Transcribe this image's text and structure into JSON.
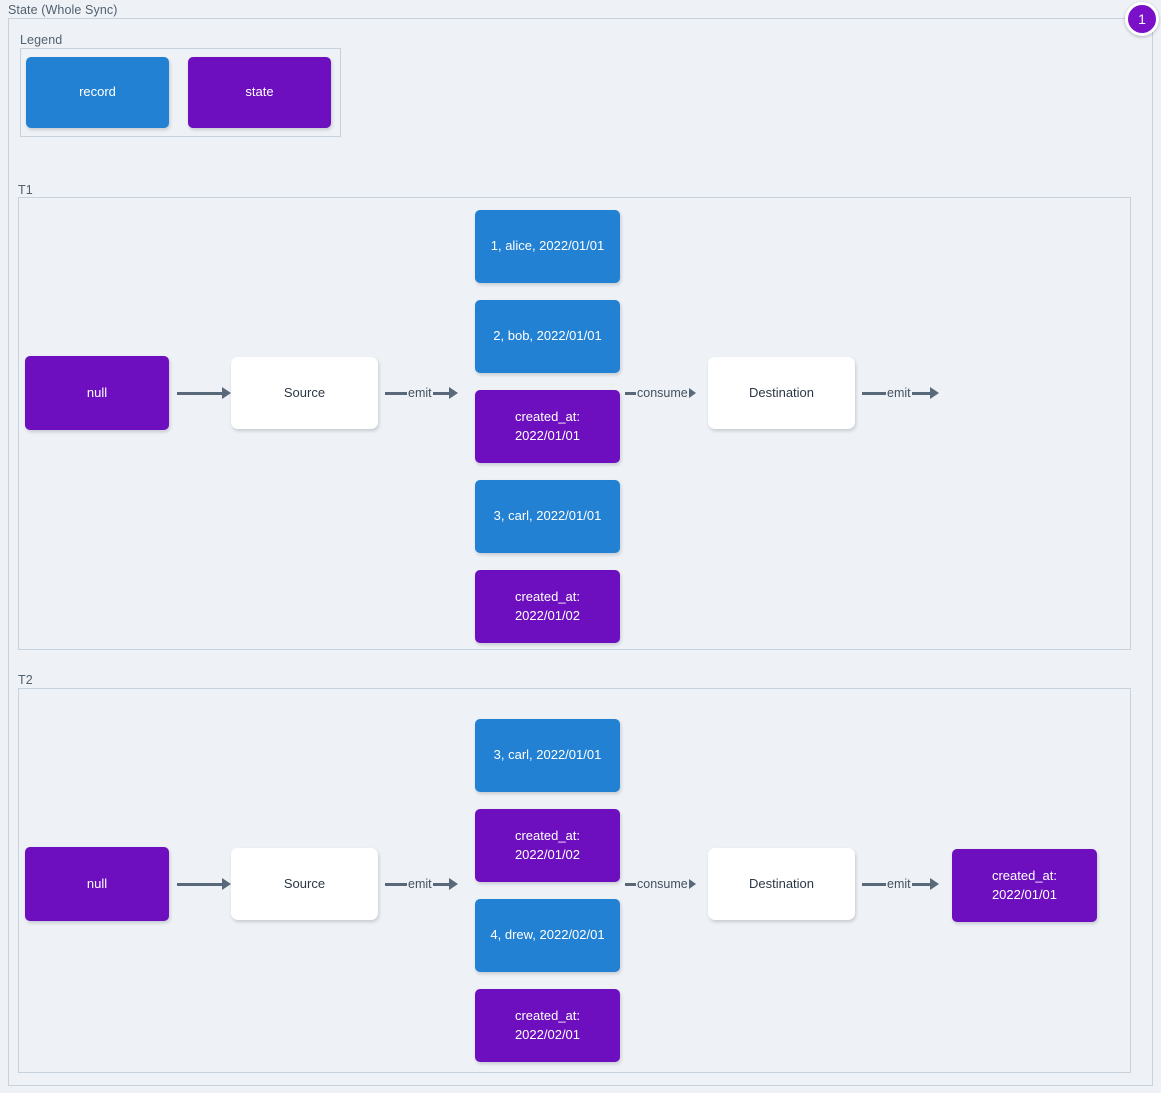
{
  "diagram": {
    "title": "State (Whole Sync)",
    "badge": "1",
    "colors": {
      "record": "#2281d2",
      "state": "#6d0fbe",
      "plain": "#ffffff",
      "arrow": "#59697a",
      "panel_border": "#c8d2dd",
      "background": "#eef1f5",
      "badge": "#7a10c7"
    }
  },
  "legend": {
    "label": "Legend",
    "items": [
      {
        "label": "record",
        "kind": "record"
      },
      {
        "label": "state",
        "kind": "state"
      }
    ]
  },
  "t1": {
    "label": "T1",
    "state_in": "null",
    "source": "Source",
    "destination": "Destination",
    "emit_source_label": "emit",
    "consume_label": "consume",
    "emit_destination_label": "emit",
    "stream": [
      {
        "label": "1, alice, 2022/01/01",
        "kind": "record"
      },
      {
        "label": "2, bob, 2022/01/01",
        "kind": "record"
      },
      {
        "label": "created_at:\n2022/01/01",
        "kind": "state"
      },
      {
        "label": "3, carl, 2022/01/01",
        "kind": "record"
      },
      {
        "label": "created_at:\n2022/01/02",
        "kind": "state"
      }
    ],
    "state_out": null
  },
  "t2": {
    "label": "T2",
    "state_in": "null",
    "source": "Source",
    "destination": "Destination",
    "emit_source_label": "emit",
    "consume_label": "consume",
    "emit_destination_label": "emit",
    "stream": [
      {
        "label": "3, carl, 2022/01/01",
        "kind": "record"
      },
      {
        "label": "created_at:\n2022/01/02",
        "kind": "state"
      },
      {
        "label": "4, drew, 2022/02/01",
        "kind": "record"
      },
      {
        "label": "created_at:\n2022/02/01",
        "kind": "state"
      }
    ],
    "state_out": "created_at:\n2022/01/01"
  }
}
